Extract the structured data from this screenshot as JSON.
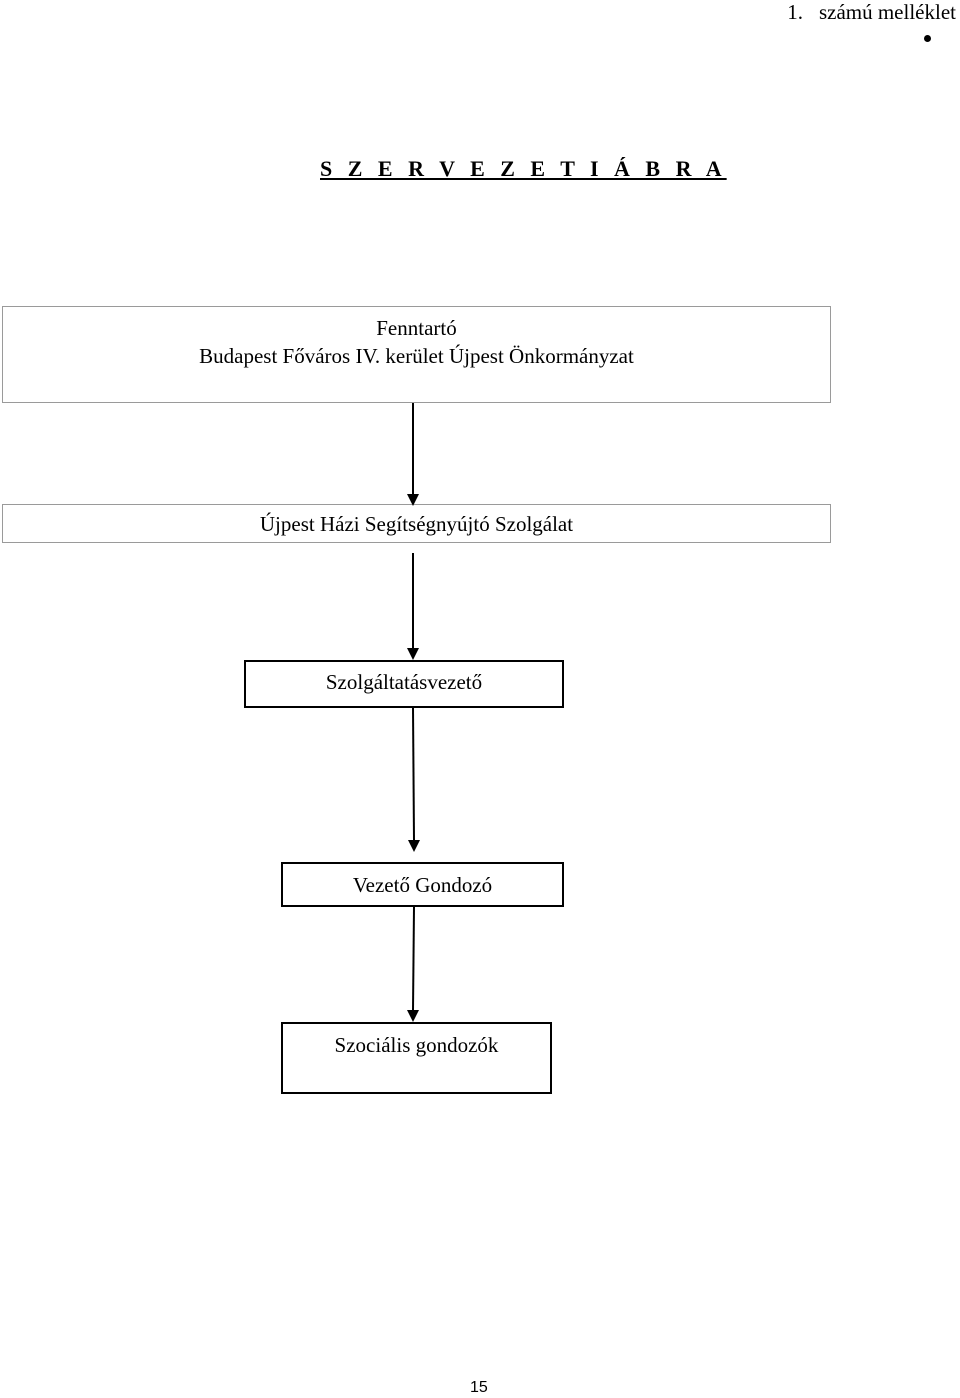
{
  "header": {
    "number": "1.",
    "text": "számú melléklet"
  },
  "title": "S Z E R V E Z E T I   Á B R A",
  "boxes": {
    "fenntarto": {
      "label": "Fenntartó",
      "name": "Budapest Főváros IV. kerület Újpest Önkormányzat"
    },
    "szolgalat": "Újpest Házi Segítségnyújtó Szolgálat",
    "vezeto": "Szolgáltatásvezető",
    "gondozo": "Vezető Gondozó",
    "szocialis": "Szociális gondozók"
  },
  "page_number": "15"
}
